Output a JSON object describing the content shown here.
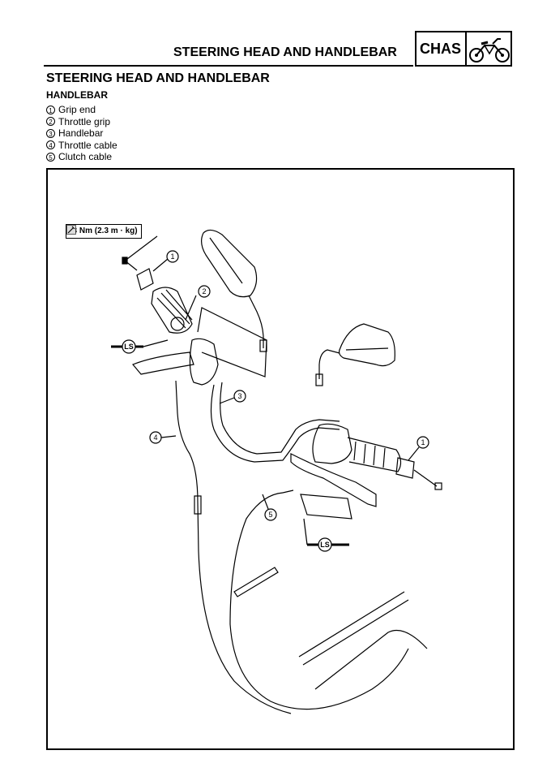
{
  "header": {
    "title": "STEERING HEAD AND HANDLEBAR",
    "badge": "CHAS",
    "badge_icon": "motorcycle-icon"
  },
  "section_title": "STEERING HEAD AND HANDLEBAR",
  "subsection_title": "HANDLEBAR",
  "legend": [
    {
      "num": "1",
      "label": "Grip end"
    },
    {
      "num": "2",
      "label": "Throttle grip"
    },
    {
      "num": "3",
      "label": "Handlebar"
    },
    {
      "num": "4",
      "label": "Throttle cable"
    },
    {
      "num": "5",
      "label": "Clutch cable"
    }
  ],
  "diagram": {
    "torque_spec": "23 Nm (2.3 m · kg)",
    "lubricant_label": "LS",
    "callouts": [
      "1",
      "2",
      "3",
      "4",
      "5",
      "1"
    ]
  }
}
